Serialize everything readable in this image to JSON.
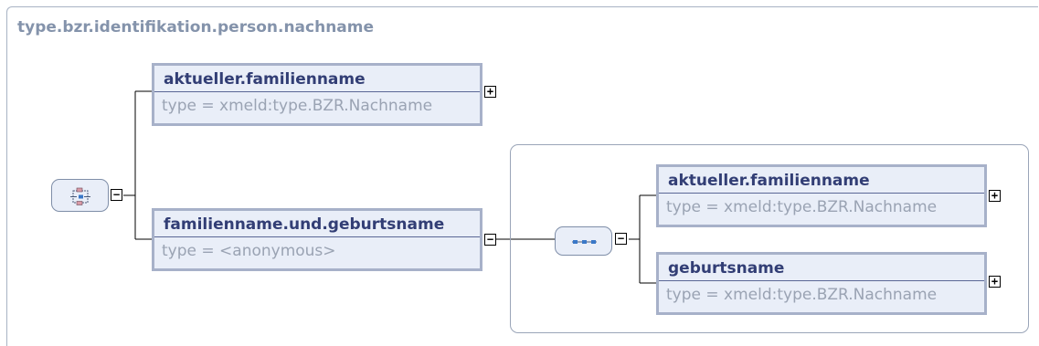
{
  "diagram": {
    "title": "type.bzr.identifikation.person.nachname",
    "choice_compositor": {
      "icon": "choice-icon",
      "toggle": "−"
    },
    "elements": [
      {
        "name": "aktueller.familienname",
        "type": "type = xmeld:type.BZR.Nachname",
        "toggle": "+"
      },
      {
        "name": "familienname.und.geburtsname",
        "type": "type = <anonymous>",
        "toggle": "−"
      }
    ],
    "sequence_compositor": {
      "icon": "sequence-icon",
      "toggle": "−"
    },
    "sequence_elements": [
      {
        "name": "aktueller.familienname",
        "type": "type = xmeld:type.BZR.Nachname",
        "toggle": "+"
      },
      {
        "name": "geburtsname",
        "type": "type = xmeld:type.BZR.Nachname",
        "toggle": "+"
      }
    ],
    "colors": {
      "box_fill": "#e9eef8",
      "box_border": "#a7b1c9",
      "name_text": "#323e75",
      "type_text": "#9aa3b3",
      "title_text": "#8493ab"
    }
  }
}
